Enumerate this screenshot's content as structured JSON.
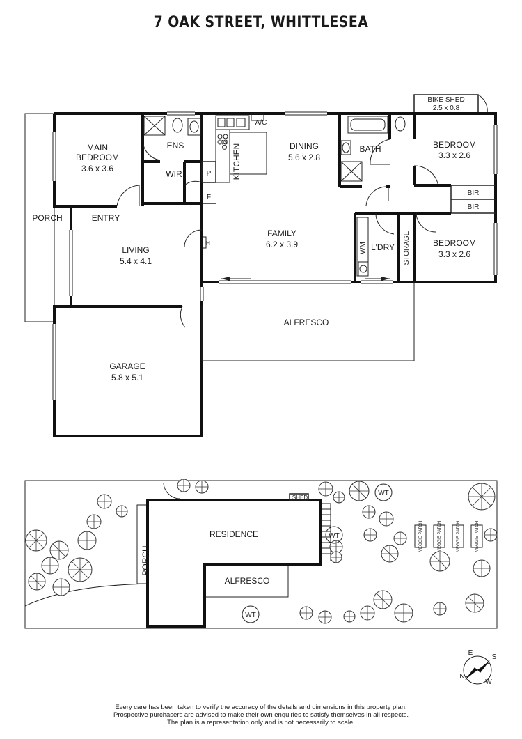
{
  "title": "7 OAK STREET, WHITTLESEA",
  "floorplan": {
    "rooms": {
      "bike_shed": {
        "name": "BIKE SHED",
        "dims": "2.5 x 0.8"
      },
      "main_bedroom": {
        "name_line1": "MAIN",
        "name_line2": "BEDROOM",
        "dims": "3.6 x 3.6"
      },
      "ens": {
        "name": "ENS"
      },
      "wir": {
        "name": "WIR"
      },
      "kitchen": {
        "name": "KITCHEN"
      },
      "ov": {
        "name": "OV"
      },
      "ac": {
        "name": "A/C"
      },
      "pantry": {
        "name": "P"
      },
      "fridge": {
        "name": "F"
      },
      "dining": {
        "name": "DINING",
        "dims": "5.6 x 2.8"
      },
      "bath": {
        "name": "BATH"
      },
      "bedroom_top": {
        "name": "BEDROOM",
        "dims": "3.3 x 2.6"
      },
      "bir1": {
        "name": "BIR"
      },
      "bir2": {
        "name": "BIR"
      },
      "porch": {
        "name": "PORCH"
      },
      "entry": {
        "name": "ENTRY"
      },
      "family": {
        "name": "FAMILY",
        "dims": "6.2 x 3.9"
      },
      "heater": {
        "name": "H"
      },
      "wm": {
        "name": "WM"
      },
      "laundry": {
        "name": "L'DRY"
      },
      "storage": {
        "name": "STORAGE"
      },
      "bedroom_bottom": {
        "name": "BEDROOM",
        "dims": "3.3 x 2.6"
      },
      "living": {
        "name": "LIVING",
        "dims": "5.4 x 4.1"
      },
      "alfresco": {
        "name": "ALFRESCO"
      },
      "garage": {
        "name": "GARAGE",
        "dims": "5.8 x 5.1"
      }
    }
  },
  "siteplan": {
    "residence": "RESIDENCE",
    "alfresco": "ALFRESCO",
    "porch": "PORCH",
    "shed": "SHED",
    "water_tank": "WT",
    "veggie_patch": "VEGGIE PATCH"
  },
  "compass": {
    "n": "N",
    "e": "E",
    "s": "S",
    "w": "W"
  },
  "disclaimer": [
    "Every care has been taken to verify the accuracy of the details and dimensions in this property plan.",
    "Prospective purchasers are advised to make their own enquiries to satisfy themselves in all respects.",
    "The plan is a representation only and is not necessarily to scale."
  ]
}
